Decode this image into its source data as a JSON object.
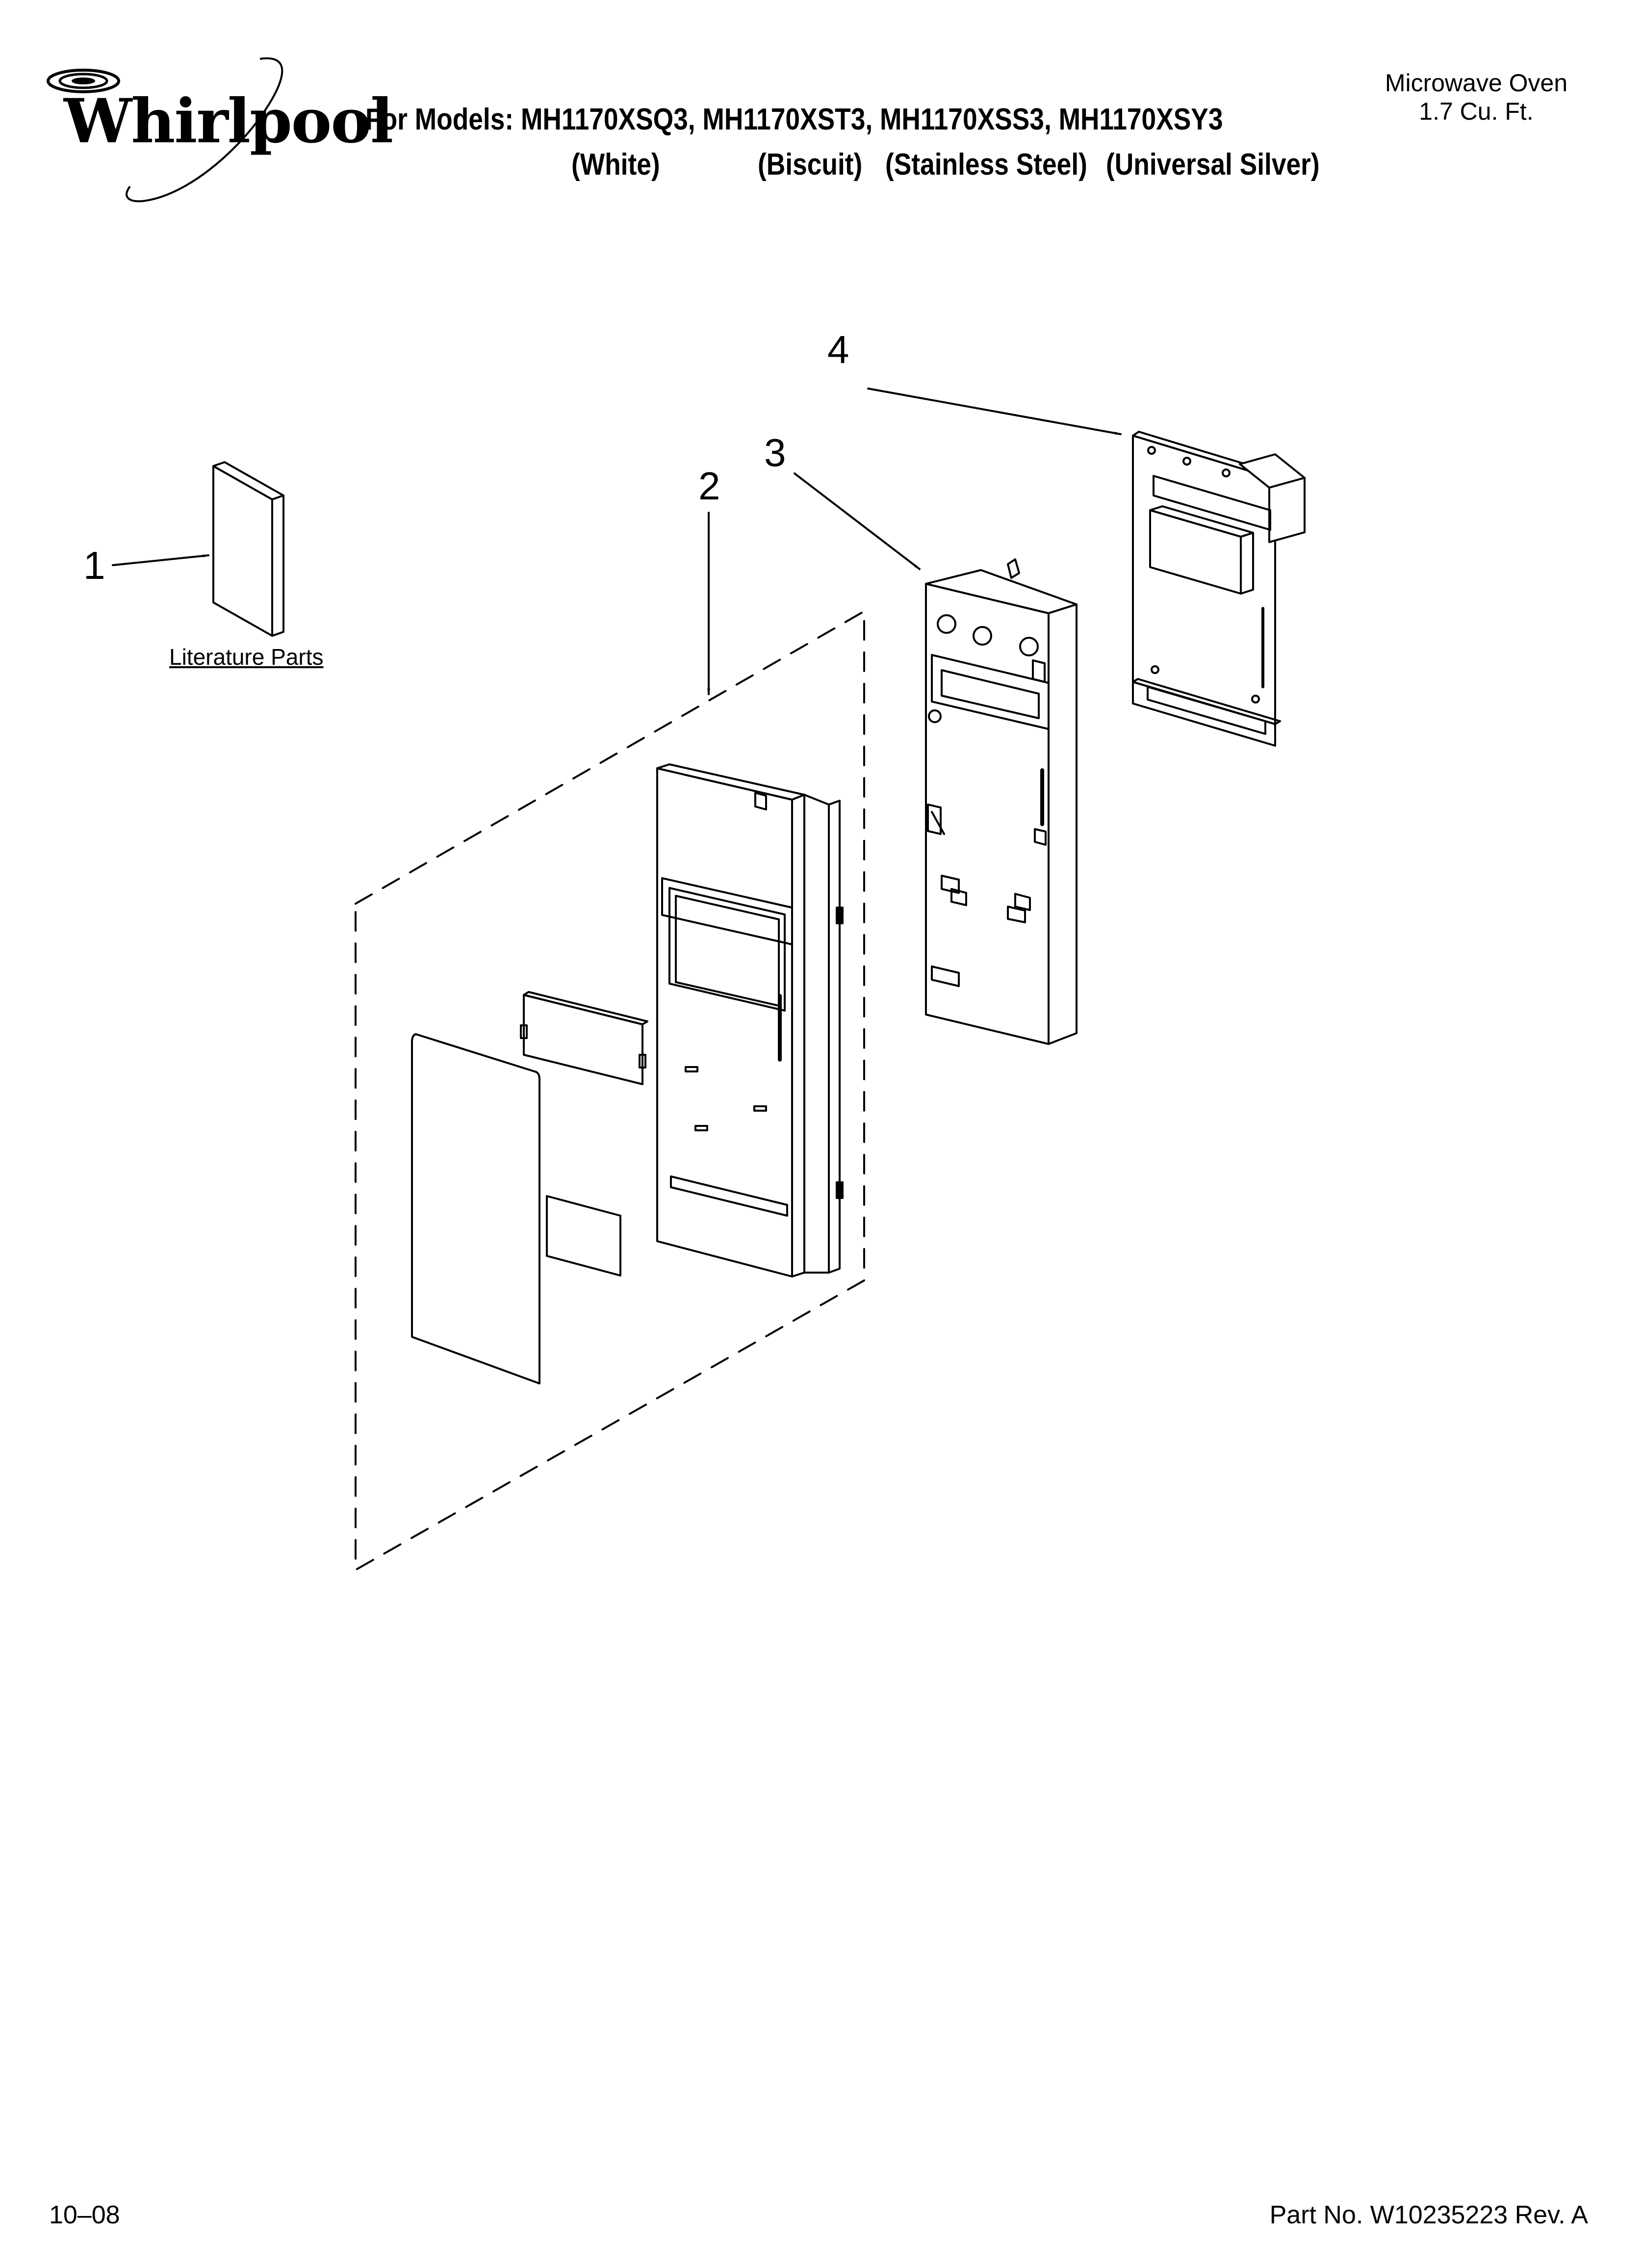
{
  "brand": {
    "name": "Whirlpool"
  },
  "header": {
    "models_line": "For Models: MH1170XSQ3, MH1170XST3, MH1170XSS3, MH1170XSY3",
    "variants": [
      "(White)",
      "(Biscuit)",
      "(Stainless Steel)",
      "(Universal Silver)"
    ],
    "product_type": "Microwave Oven",
    "capacity": "1.7 Cu. Ft."
  },
  "callouts": [
    "1",
    "2",
    "3",
    "4"
  ],
  "labels": {
    "literature": "Literature Parts"
  },
  "footer": {
    "date": "10–08",
    "part_number": "Part No. W10235223 Rev. A"
  }
}
